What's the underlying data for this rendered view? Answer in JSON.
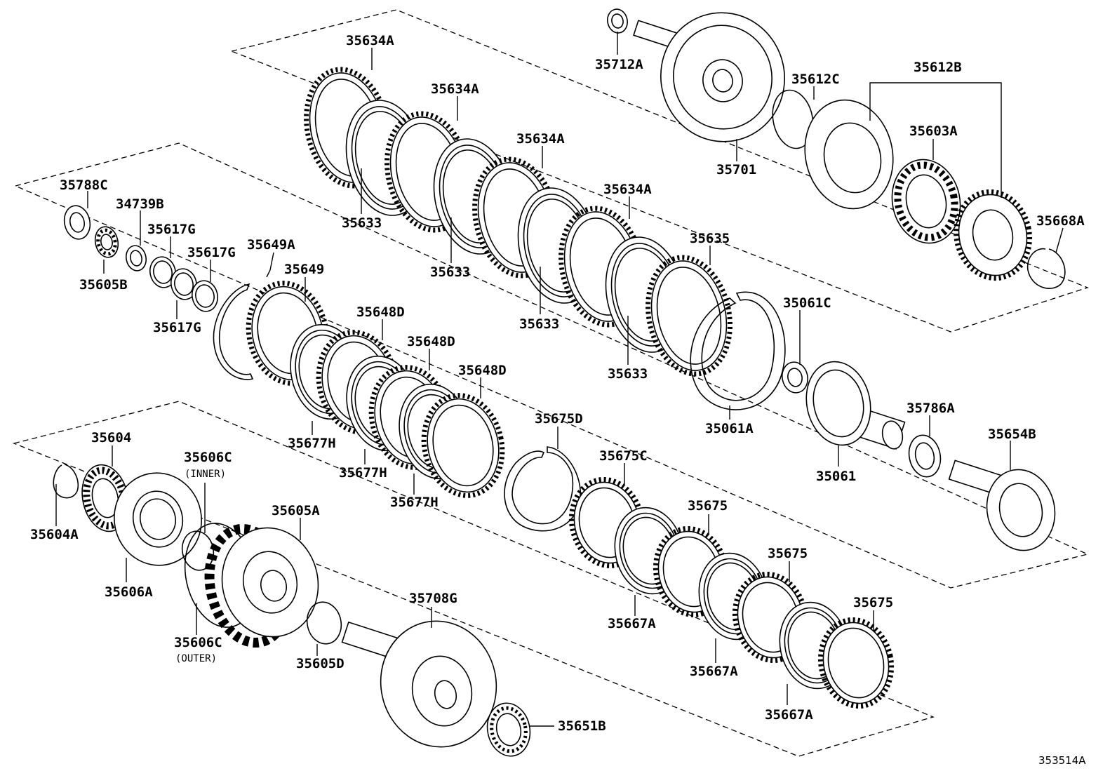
{
  "diagram": {
    "reference_code": "353514A",
    "part_numbers": [
      "35634A",
      "35634A",
      "35634A",
      "35634A",
      "35633",
      "35633",
      "35633",
      "35633",
      "35635",
      "35712A",
      "35701",
      "35612C",
      "35612B",
      "35603A",
      "35668A",
      "35061C",
      "35061A",
      "35061",
      "35786A",
      "35654B",
      "35788C",
      "34739B",
      "35605B",
      "35617G",
      "35617G",
      "35617G",
      "35649A",
      "35649",
      "35648D",
      "35648D",
      "35648D",
      "35677H",
      "35677H",
      "35677H",
      "35675D",
      "35675C",
      "35675",
      "35675",
      "35675",
      "35667A",
      "35667A",
      "35667A",
      "35604",
      "35604A",
      "35606C",
      "35606C",
      "35606A",
      "35605A",
      "35605D",
      "35708G",
      "35651B"
    ],
    "notes": {
      "inner": "(INNER)",
      "outer": "(OUTER)"
    }
  }
}
